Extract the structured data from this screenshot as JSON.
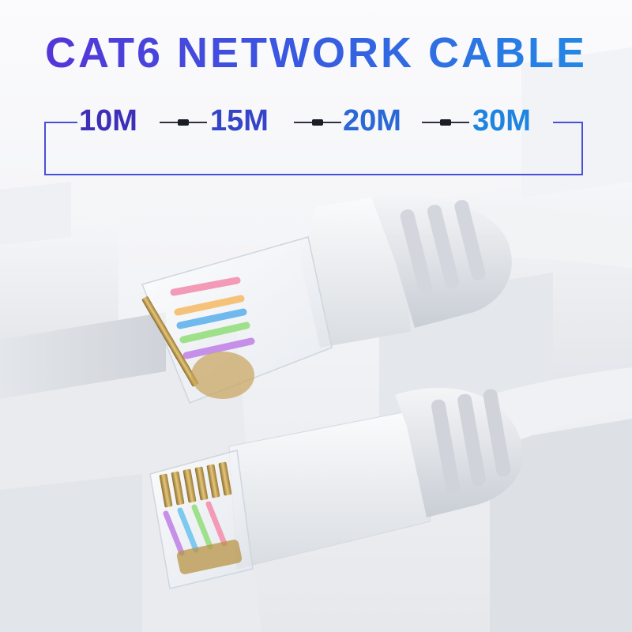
{
  "headline": "CAT6 NETWORK CABLE",
  "lengths": [
    "10M",
    "15M",
    "20M",
    "30M"
  ],
  "colors": {
    "title_start": "#5a2fd6",
    "title_end": "#1f8fe6",
    "len_1": "#3d2fb8",
    "len_2": "#3545c8",
    "len_3": "#2b68d6",
    "len_4": "#1f84e0",
    "bracket": "#4a4fd8"
  },
  "icons": [
    "rj45-connector-upper",
    "rj45-connector-lower",
    "white-flat-cable",
    "white-blocks-background"
  ]
}
